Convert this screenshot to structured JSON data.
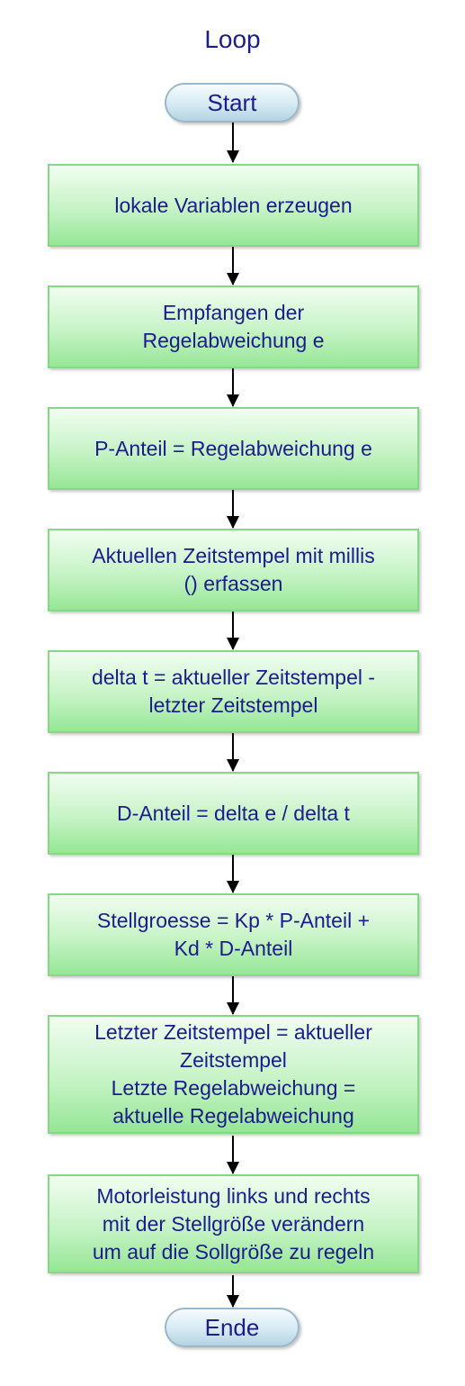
{
  "title": "Loop",
  "start_label": "Start",
  "end_label": "Ende",
  "steps": [
    {
      "text": "lokale Variablen erzeugen"
    },
    {
      "text": "Empfangen der\nRegelabweichung e"
    },
    {
      "text": "P-Anteil = Regelabweichung e"
    },
    {
      "text": "Aktuellen Zeitstempel mit millis\n() erfassen"
    },
    {
      "text": "delta t = aktueller Zeitstempel -\nletzter Zeitstempel"
    },
    {
      "text": "D-Anteil = delta e / delta t"
    },
    {
      "text": "Stellgroesse = Kp * P-Anteil +\nKd * D-Anteil"
    },
    {
      "text": "Letzter Zeitstempel = aktueller\nZeitstempel\nLetzte Regelabweichung =\naktuelle Regelabweichung"
    },
    {
      "text": "Motorleistung links und rechts\nmit der Stellgröße verändern\num auf die Sollgröße zu regeln"
    }
  ],
  "colors": {
    "text": "#1c1c8c",
    "step_fill": "#c6f3c6",
    "step_border": "#86d886",
    "terminal_fill": "#d6eaf3",
    "arrow": "#000000"
  }
}
